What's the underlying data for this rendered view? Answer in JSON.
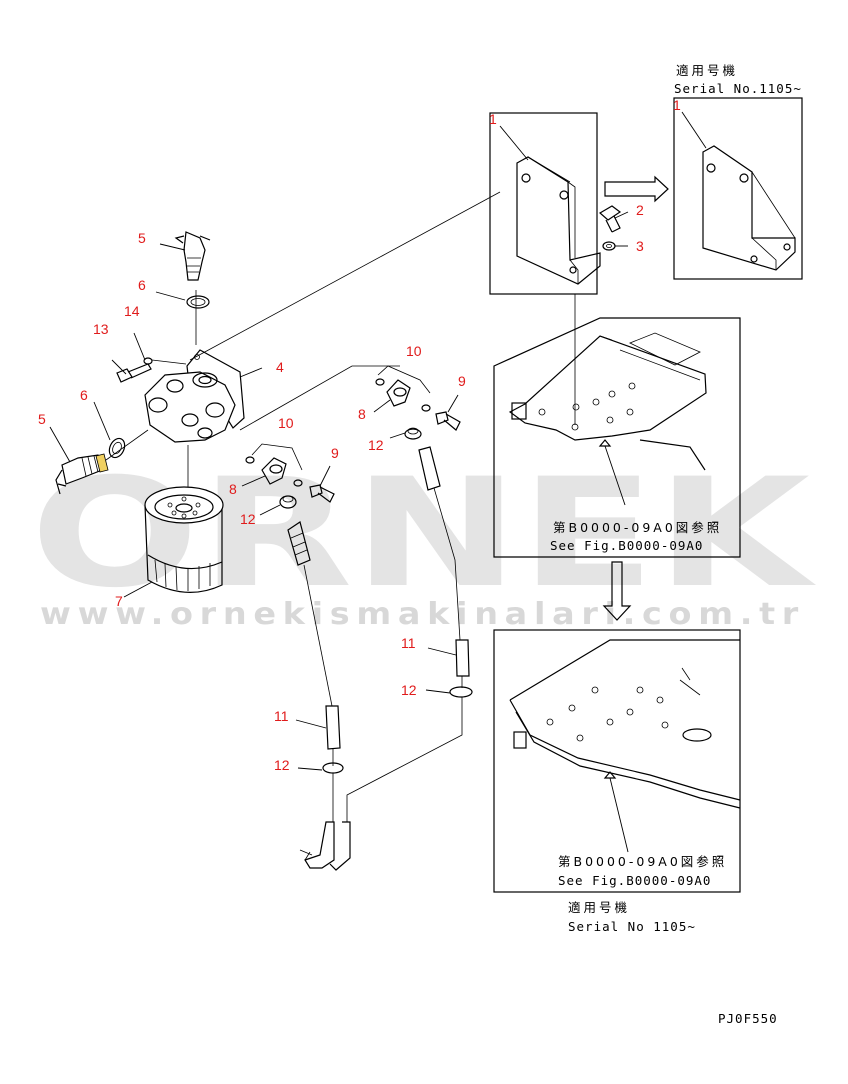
{
  "watermark": {
    "brand": "ORNEK",
    "url": "www.ornekismakinalari.com.tr"
  },
  "part_numbers": {
    "p1a": "1",
    "p1b": "1",
    "p2": "2",
    "p3": "3",
    "p4": "4",
    "p5a": "5",
    "p5b": "5",
    "p6a": "6",
    "p6b": "6",
    "p7": "7",
    "p8a": "8",
    "p8b": "8",
    "p9a": "9",
    "p9b": "9",
    "p10a": "10",
    "p10b": "10",
    "p11a": "11",
    "p11b": "11",
    "p12a": "12",
    "p12b": "12",
    "p12c": "12",
    "p12d": "12",
    "p13": "13",
    "p14": "14"
  },
  "notes": {
    "serial_top_jp": "適用号機",
    "serial_top_en": "Serial No.1105~",
    "ref_upper_jp": "第B0000-09A0図参照",
    "ref_upper_en": "See Fig.B0000-09A0",
    "ref_lower_jp": "第B0000-09A0図参照",
    "ref_lower_en": "See Fig.B0000-09A0",
    "serial_bottom_jp": "適用号機",
    "serial_bottom_en": "Serial No 1105~"
  },
  "drawing_code": "PJ0F550"
}
